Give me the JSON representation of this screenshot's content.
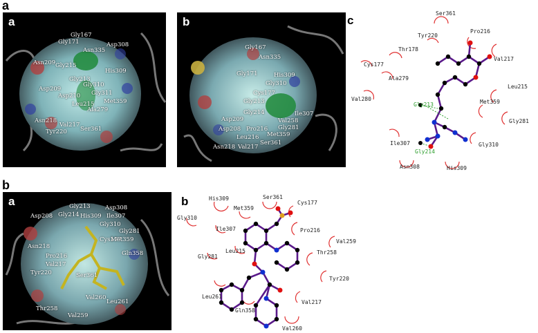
{
  "figure": {
    "main_label_top": "a",
    "main_label_bottom": "b"
  },
  "top": {
    "panel_a": {
      "label": "a",
      "residues": [
        "Gly167",
        "Gly171",
        "Asn335",
        "Asp308",
        "Asn209",
        "Gly215",
        "His309",
        "Asp209",
        "Gly310",
        "Asp210",
        "Gly311",
        "Leu215",
        "Ala279",
        "Met359",
        "Asn218",
        "Val217",
        "Tyr220",
        "Ser361",
        "Gly213"
      ]
    },
    "panel_b": {
      "label": "b",
      "residues": [
        "Gly167",
        "Asn335",
        "Gly171",
        "His309",
        "Gly310",
        "Cys177",
        "Gly213",
        "Gly214",
        "Asp209",
        "Asp208",
        "Asn218",
        "Val217",
        "Leu216",
        "Val258",
        "Gly281",
        "Met359",
        "Ser361",
        "Pro216",
        "Ile307"
      ]
    },
    "panel_c": {
      "label": "c",
      "residues": [
        "Ser361",
        "Tyr220",
        "Pro216",
        "Thr178",
        "Cys177",
        "Val217",
        "Ala279",
        "Leu215",
        "Val280",
        "Met359",
        "Gly281",
        "Ile307",
        "Gly310",
        "Asn308",
        "His309"
      ],
      "hbond_residues": [
        "Gly213",
        "Gly214"
      ]
    }
  },
  "bottom": {
    "panel_a": {
      "label": "a",
      "residues": [
        "Gly213",
        "Asp308",
        "Asp208",
        "Gly214",
        "His309",
        "Ile307",
        "Gly310",
        "Gly281",
        "Asn218",
        "Pro216",
        "Cys177",
        "Val217",
        "Met359",
        "Tyr220",
        "Gln358",
        "Ser361",
        "Thr258",
        "Val260",
        "Leu261",
        "Val259"
      ]
    },
    "panel_b": {
      "label": "b",
      "residues": [
        "His309",
        "Ser361",
        "Met359",
        "Cys177",
        "Gly310",
        "Ile307",
        "Pro216",
        "Val259",
        "Leu215",
        "Thr258",
        "Gly281",
        "Tyr220",
        "Leu261",
        "Val217",
        "Gln358",
        "Val260"
      ]
    }
  },
  "colors": {
    "ligand_bond": "#5a1a8a",
    "atom_carbon": "#000000",
    "atom_oxygen": "#e01010",
    "atom_nitrogen": "#1030d0",
    "hydrophobic_arc": "#e03030",
    "hbond": "#2a9d2a",
    "panel_bg": "#000000"
  }
}
